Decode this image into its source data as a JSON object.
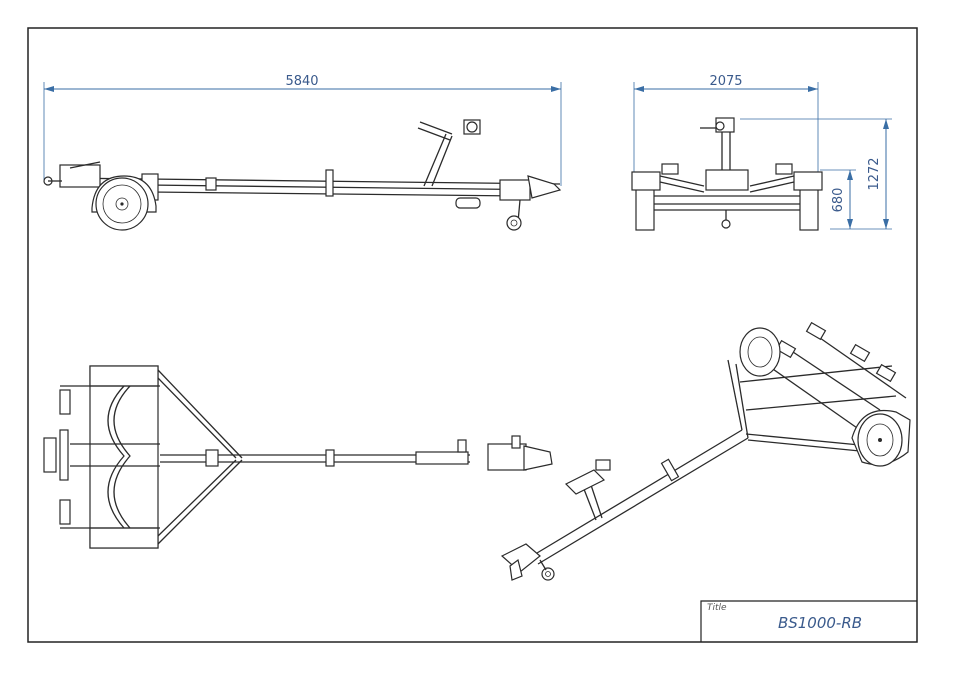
{
  "dimensions": {
    "side_length": "5840",
    "front_width": "2075",
    "front_height_total": "1272",
    "front_height_bed": "680"
  },
  "title_block": {
    "label": "Title",
    "value": "BS1000-RB"
  },
  "colors": {
    "dimension": "#3a6ea5",
    "linework": "#2b2b2b",
    "text": "#3a5a8c"
  }
}
